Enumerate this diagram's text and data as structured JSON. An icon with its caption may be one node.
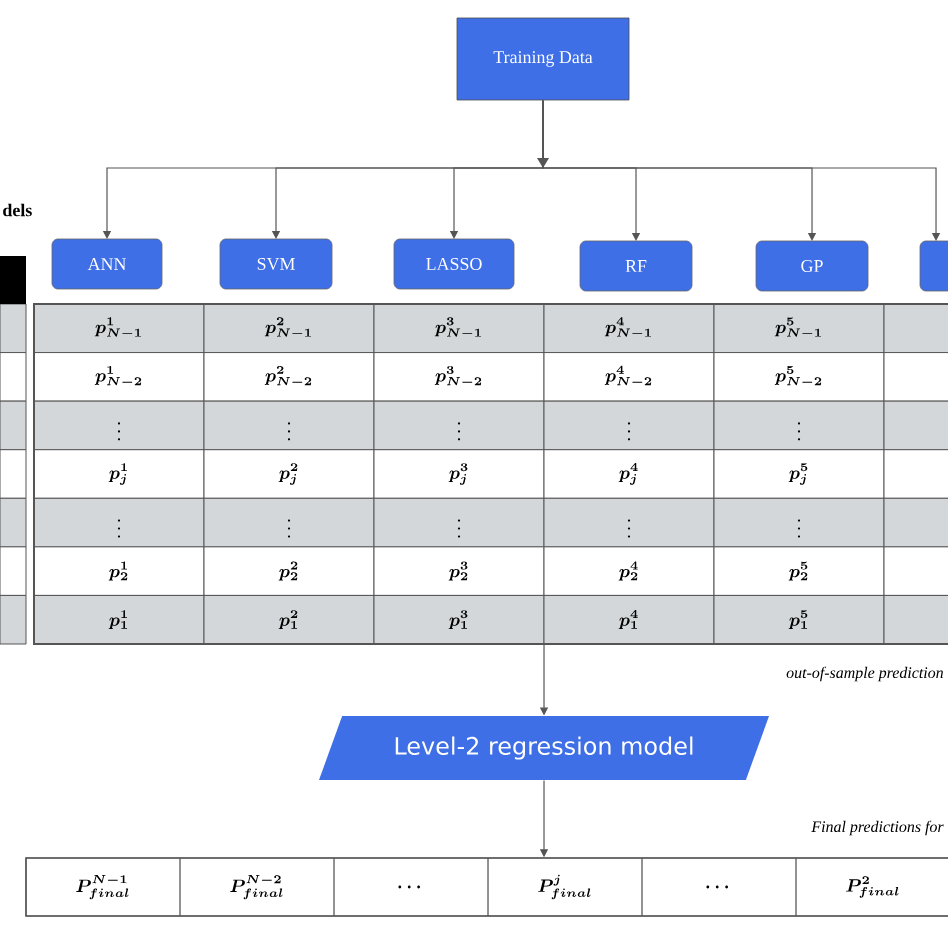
{
  "diagram": {
    "nodes": [
      {
        "text": [
          "Training Data"
        ]
      },
      {
        "text": [
          "ANN"
        ]
      },
      {
        "text": [
          "SVM"
        ]
      },
      {
        "text": [
          "LASSO"
        ]
      },
      {
        "text": [
          "RF"
        ]
      },
      {
        "text": [
          "GP"
        ]
      },
      {
        "text": [],
        "shape": "box"
      },
      {
        "text": [
          "Level-2 regression model"
        ]
      },
      {
        "text": [],
        "shape": "box"
      },
      {
        "text": [],
        "shape": "box"
      }
    ],
    "edges": [
      {
        "from": 0,
        "to": 1,
        "arrow": "to"
      },
      {
        "from": 0,
        "to": 2,
        "arrow": "to"
      },
      {
        "from": 0,
        "to": 3,
        "arrow": "to"
      },
      {
        "from": 0,
        "to": 4,
        "arrow": "to"
      },
      {
        "from": 0,
        "to": 5,
        "arrow": "to"
      },
      {
        "from": 0,
        "to": 6,
        "arrow": "to"
      },
      {
        "from": 8,
        "to": 7,
        "arrow": "to"
      },
      {
        "from": 7,
        "to": 9,
        "arrow": "to"
      }
    ],
    "labels": [
      "dels",
      "p^{1}_{N-1}",
      "p^{2}_{N-1}",
      "p^{3}_{N-1}",
      "p^{4}_{N-1}",
      "p^{5}_{N-1}",
      "p^{1}_{N-2}",
      "p^{2}_{N-2}",
      "p^{3}_{N-2}",
      "p^{4}_{N-2}",
      "p^{5}_{N-2}",
      "\\vdots",
      "\\vdots",
      "\\vdots",
      "\\vdots",
      "\\vdots",
      "p^{1}_{j}",
      "p^{2}_{j}",
      "p^{3}_{j}",
      "p^{4}_{j}",
      "p^{5}_{j}",
      "\\vdots",
      "\\vdots",
      "\\vdots",
      "\\vdots",
      "\\vdots",
      "p^{1}_{2}",
      "p^{2}_{2}",
      "p^{3}_{2}",
      "p^{4}_{2}",
      "p^{5}_{2}",
      "p^{1}_{1}",
      "p^{2}_{1}",
      "p^{3}_{1}",
      "p^{4}_{1}",
      "p^{5}_{1}",
      "out-of-sample prediction",
      "Final predictions for",
      "P^{N-1}_{final}",
      "P^{N-2}_{final}",
      "\\dots",
      "P^{j}_{final}",
      "\\dots",
      "P^{2}_{final}"
    ]
  }
}
